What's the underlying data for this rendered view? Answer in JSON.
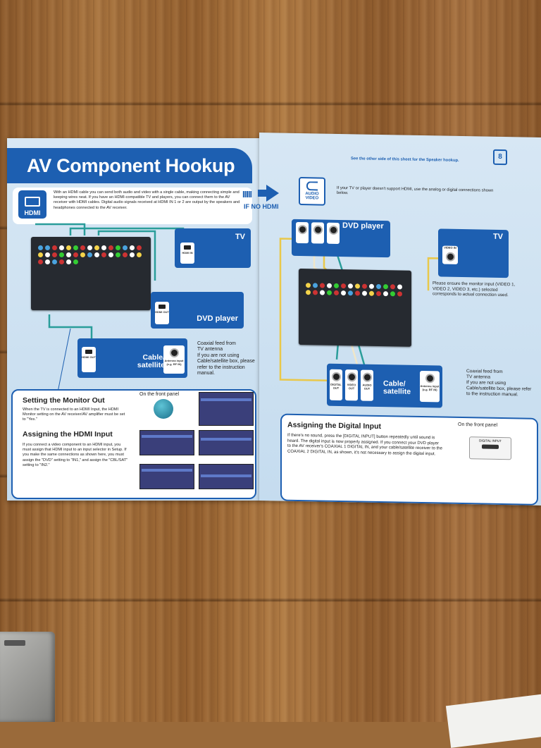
{
  "left_page": {
    "title": "AV Component Hookup",
    "hdmi_badge": "HDMI",
    "intro": "With an HDMI cable you can send both audio and video with a single cable, making connecting simple and keeping wires neat. If you have an HDMI-compatible TV and players, you can connect them to the AV receiver with HDMI cables. Digital audio signals received at HDMI IN 1 or 2 are output by the speakers and headphones connected to the AV receiver.",
    "tv_label": "TV",
    "tv_port": "HDMI IN",
    "dvd_label": "DVD player",
    "dvd_port": "HDMI OUT",
    "cable_label_1": "Cable/",
    "cable_label_2": "satellite",
    "cable_port": "HDMI OUT",
    "antenna_port": "Antenna input (e.g. RF IN)",
    "coax_note_1": "Coaxial feed from",
    "coax_note_2": "TV antenna",
    "coax_note_3": "If you are not using Cable/satellite box, please refer to the instruction manual.",
    "monitor_heading": "Setting the Monitor Out",
    "monitor_text": "When the TV is connected to an HDMI Input, the HDMI Monitor setting on the AV receiver/AV amplifier must be set to \"Yes.\"",
    "front_panel": "On the front panel",
    "hdmi_heading": "Assigning the HDMI Input",
    "hdmi_text": "If you connect a video component to an HDMI input, you must assign that HDMI input to an input selector in Setup. If you make the same connections as shown here, you must assign the \"DVD\" setting to \"IN1,\" and assign the \"CBL/SAT\" setting to \"IN2.\""
  },
  "right_page": {
    "speaker_note": "See the other side of this sheet for the Speaker hookup.",
    "page_number": "8",
    "arrow_label": "IF NO HDMI",
    "av_badge_1": "AUDIO",
    "av_badge_2": "VIDEO",
    "intro": "If your TV or player doesn't support HDMI, use the analog or digital connections shown below.",
    "dvd_label": "DVD player",
    "tv_label": "TV",
    "tv_port": "VIDEO IN",
    "monitor_note": "Please ensure the monitor input (VIDEO 1, VIDEO 2, VIDEO 3, etc.) selected corresponds to actual connection used.",
    "cable_label_1": "Cable/",
    "cable_label_2": "satellite",
    "coax_note_1": "Coaxial feed from",
    "coax_note_2": "TV antenna",
    "coax_note_3": "If you are not using Cable/satellite box, please refer to the instruction manual.",
    "port_digital": "DIGITAL OUT",
    "port_video": "VIDEO OUT",
    "port_audio": "AUDIO OUT",
    "antenna_port": "Antenna input (e.g. RF IN)",
    "digital_heading": "Assigning the Digital Input",
    "front_panel": "On the front panel",
    "digital_button": "DIGITAL INPUT",
    "digital_text": "If there's no sound, press the [DIGITAL INPUT] button repeatedly until sound is heard. The digital input is now properly assigned. If you connect your DVD player to the AV receiver's COAXIAL 1 DIGITAL IN, and your cable/satellite receiver to the COAXIAL 2 DIGITAL IN, as shown, it's not necessary to assign the digital input."
  },
  "colors": {
    "brand_blue": "#1d5fb1",
    "page_blue": "#d0e3f2",
    "receiver": "#262a30",
    "cable_teal": "#2a9d9a",
    "cable_yellow": "#e9c84a"
  }
}
